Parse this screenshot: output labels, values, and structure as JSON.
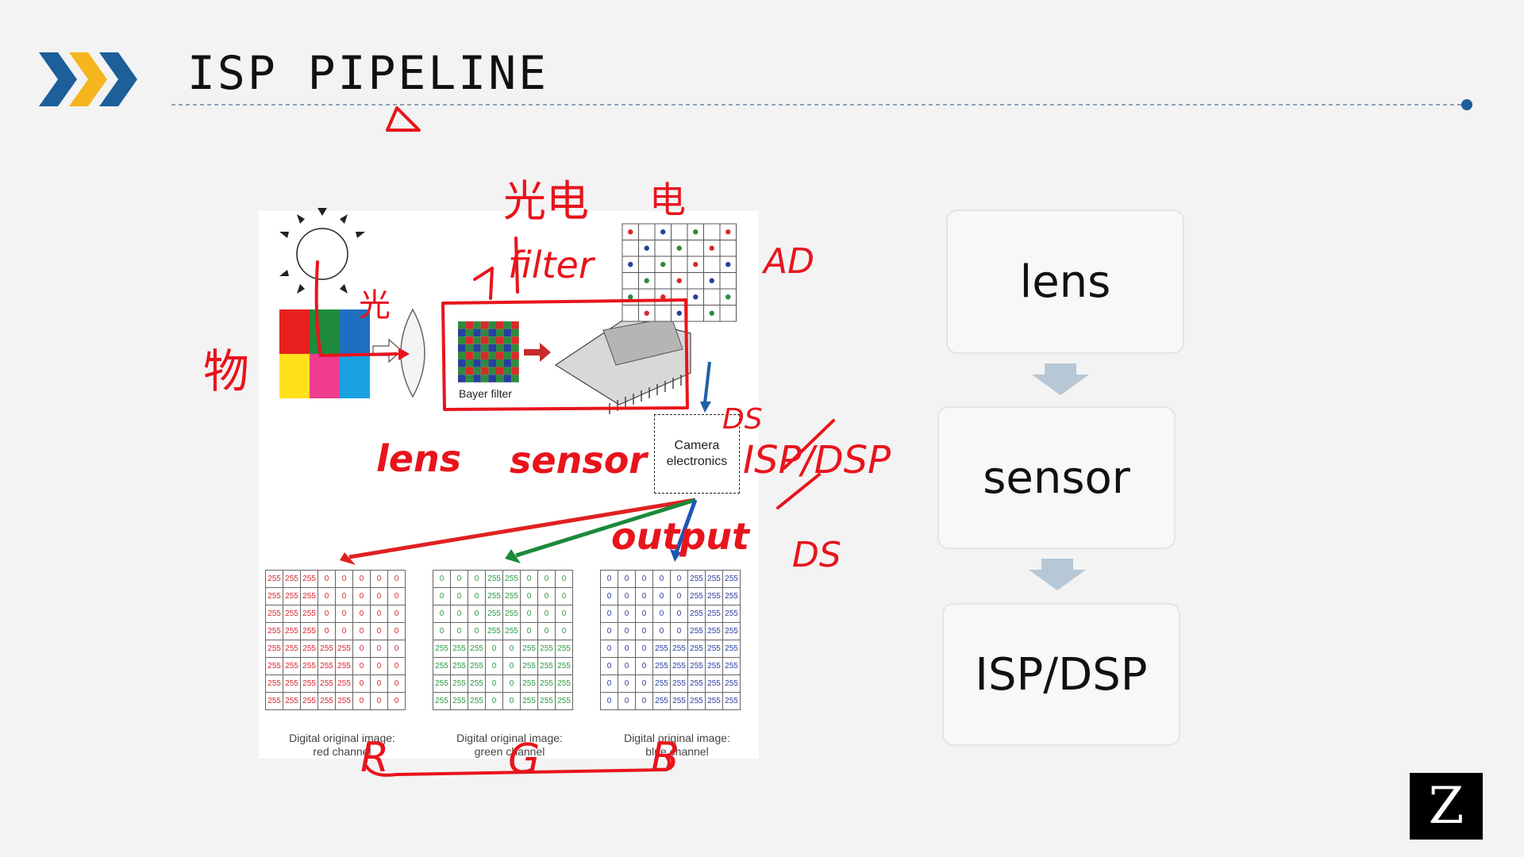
{
  "slide": {
    "title": "ISP PIPELINE",
    "logo_letter": "Z"
  },
  "diagram": {
    "bayer_label": "Bayer filter",
    "camera_line1": "Camera",
    "camera_line2": "electronics",
    "channels": [
      {
        "name": "red",
        "color": "#d9262d",
        "caption_line1": "Digital original image:",
        "caption_line2": "red channel",
        "rows": [
          [
            255,
            255,
            255,
            0,
            0,
            0,
            0,
            0
          ],
          [
            255,
            255,
            255,
            0,
            0,
            0,
            0,
            0
          ],
          [
            255,
            255,
            255,
            0,
            0,
            0,
            0,
            0
          ],
          [
            255,
            255,
            255,
            0,
            0,
            0,
            0,
            0
          ],
          [
            255,
            255,
            255,
            255,
            255,
            0,
            0,
            0
          ],
          [
            255,
            255,
            255,
            255,
            255,
            0,
            0,
            0
          ],
          [
            255,
            255,
            255,
            255,
            255,
            0,
            0,
            0
          ],
          [
            255,
            255,
            255,
            255,
            255,
            0,
            0,
            0
          ]
        ]
      },
      {
        "name": "green",
        "color": "#2a9a44",
        "caption_line1": "Digital original image:",
        "caption_line2": "green channel",
        "rows": [
          [
            0,
            0,
            0,
            255,
            255,
            0,
            0,
            0
          ],
          [
            0,
            0,
            0,
            255,
            255,
            0,
            0,
            0
          ],
          [
            0,
            0,
            0,
            255,
            255,
            0,
            0,
            0
          ],
          [
            0,
            0,
            0,
            255,
            255,
            0,
            0,
            0
          ],
          [
            255,
            255,
            255,
            0,
            0,
            255,
            255,
            255
          ],
          [
            255,
            255,
            255,
            0,
            0,
            255,
            255,
            255
          ],
          [
            255,
            255,
            255,
            0,
            0,
            255,
            255,
            255
          ],
          [
            255,
            255,
            255,
            0,
            0,
            255,
            255,
            255
          ]
        ]
      },
      {
        "name": "blue",
        "color": "#2b3e9e",
        "caption_line1": "Digital original image:",
        "caption_line2": "blue channel",
        "rows": [
          [
            0,
            0,
            0,
            0,
            0,
            255,
            255,
            255
          ],
          [
            0,
            0,
            0,
            0,
            0,
            255,
            255,
            255
          ],
          [
            0,
            0,
            0,
            0,
            0,
            255,
            255,
            255
          ],
          [
            0,
            0,
            0,
            0,
            0,
            255,
            255,
            255
          ],
          [
            0,
            0,
            0,
            255,
            255,
            255,
            255,
            255
          ],
          [
            0,
            0,
            0,
            255,
            255,
            255,
            255,
            255
          ],
          [
            0,
            0,
            0,
            255,
            255,
            255,
            255,
            255
          ],
          [
            0,
            0,
            0,
            255,
            255,
            255,
            255,
            255
          ]
        ]
      }
    ]
  },
  "annotations": {
    "object": "物",
    "light": "光",
    "photo_electric": "光电",
    "electric": "电",
    "filter": "filter",
    "ad": "AD",
    "ds_top": "DS",
    "isp_dsp": "ISP/DSP",
    "ds_bottom": "DS",
    "lens": "lens",
    "sensor": "sensor",
    "output": "output",
    "r": "R",
    "g": "G",
    "b": "B"
  },
  "flow": {
    "steps": [
      "lens",
      "sensor",
      "ISP/DSP"
    ]
  },
  "colors": {
    "chevron_blue": "#1c5f9a",
    "chevron_yellow": "#f5b51c",
    "ink_red": "#e8141c",
    "flow_arrow": "#b6c7d6"
  }
}
